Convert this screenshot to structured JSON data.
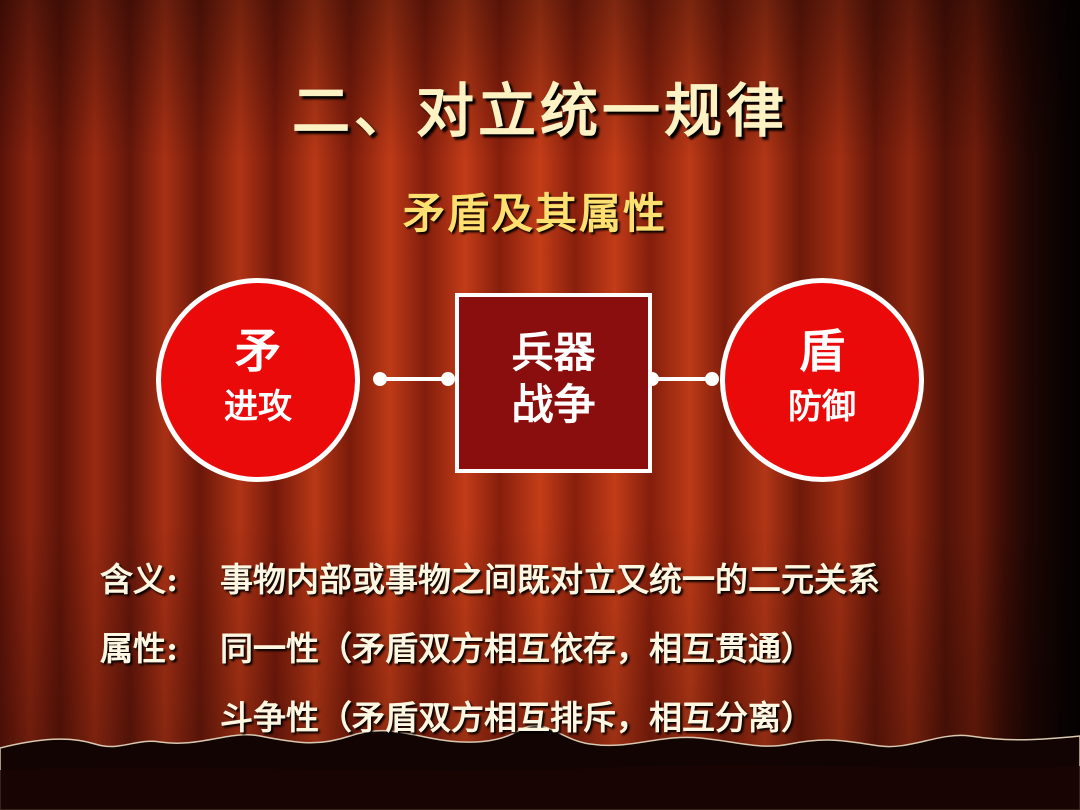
{
  "slide": {
    "title": "二、对立统一规律",
    "subtitle": "矛盾及其属性"
  },
  "diagram": {
    "left_node": {
      "main": "矛",
      "sub": "进攻"
    },
    "center_node": {
      "line1": "兵器",
      "line2": "战争"
    },
    "right_node": {
      "main": "盾",
      "sub": "防御"
    }
  },
  "description": {
    "meaning_label": "含义:",
    "meaning_text": "事物内部或事物之间既对立又统一的二元关系",
    "attribute_label": "属性:",
    "attribute_line1": "同一性（矛盾双方相互依存，相互贯通）",
    "attribute_line2": "斗争性（矛盾双方相互排斥，相互分离）"
  },
  "colors": {
    "circle_fill": "#ea0a0a",
    "box_fill": "#8a0e0e",
    "title_color": "#fdf2c4",
    "subtitle_color": "#fde070"
  }
}
